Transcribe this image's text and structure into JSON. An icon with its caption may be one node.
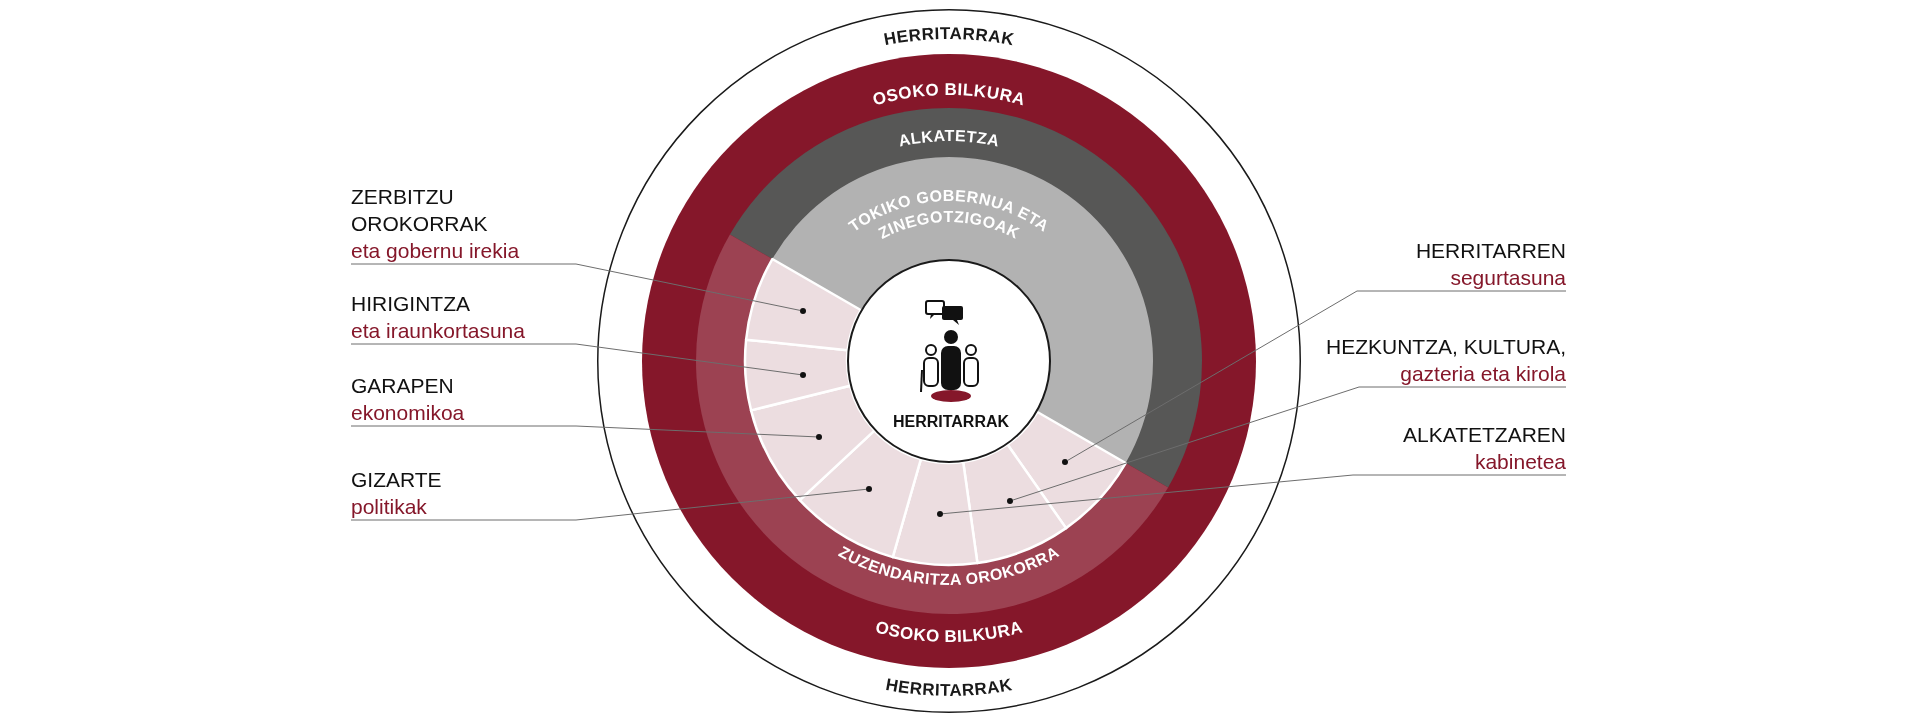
{
  "diagram": {
    "nodes": [
      {
        "text": [
          "HERRITARRAK",
          "HERRITARRAK"
        ]
      },
      {
        "text": [
          "OSOKO BILKURA",
          "OSOKO BILKURA"
        ],
        "in": 0
      },
      {
        "text": [
          "ALKATETZA"
        ],
        "in": 1
      },
      {
        "text": [
          "TOKIKO GOBERNUA ETA ZINEGOTZIGOAK"
        ],
        "in": 2
      },
      {
        "text": [
          "ZUZENDARITZA OROKORRA"
        ],
        "in": 1
      },
      {
        "text": [
          "HERRITARRAK"
        ],
        "in": 1
      },
      {
        "text": [
          "ZERBITZU OROKORRAK",
          "eta gobernu irekia"
        ]
      },
      {
        "text": [
          "HIRIGINTZA",
          "eta iraunkortasuna"
        ]
      },
      {
        "text": [
          "GARAPEN",
          "ekonomikoa"
        ]
      },
      {
        "text": [
          "GIZARTE",
          "politikak"
        ]
      },
      {
        "text": [
          "HERRITARREN",
          "segurtasuna"
        ]
      },
      {
        "text": [
          "HEZKUNTZA, KULTURA,",
          "gazteria eta kirola"
        ]
      },
      {
        "text": [
          "ALKATETZAREN",
          "kabinetea"
        ]
      },
      {
        "text": [],
        "shape": "circle",
        "in": 4
      },
      {
        "text": [],
        "shape": "circle",
        "in": 4
      },
      {
        "text": [],
        "shape": "circle",
        "in": 4
      },
      {
        "text": [],
        "shape": "circle",
        "in": 4
      },
      {
        "text": [],
        "shape": "circle",
        "in": 4
      },
      {
        "text": [],
        "shape": "circle",
        "in": 4
      },
      {
        "text": [],
        "shape": "circle",
        "in": 4
      }
    ],
    "edges": [
      {
        "from": 6,
        "to": 13,
        "arrow": "none"
      },
      {
        "from": 7,
        "to": 14,
        "arrow": "none"
      },
      {
        "from": 8,
        "to": 15,
        "arrow": "none"
      },
      {
        "from": 9,
        "to": 16,
        "arrow": "none"
      },
      {
        "from": 10,
        "to": 17,
        "arrow": "none"
      },
      {
        "from": 11,
        "to": 18,
        "arrow": "none"
      },
      {
        "from": 12,
        "to": 19,
        "arrow": "none"
      }
    ]
  }
}
